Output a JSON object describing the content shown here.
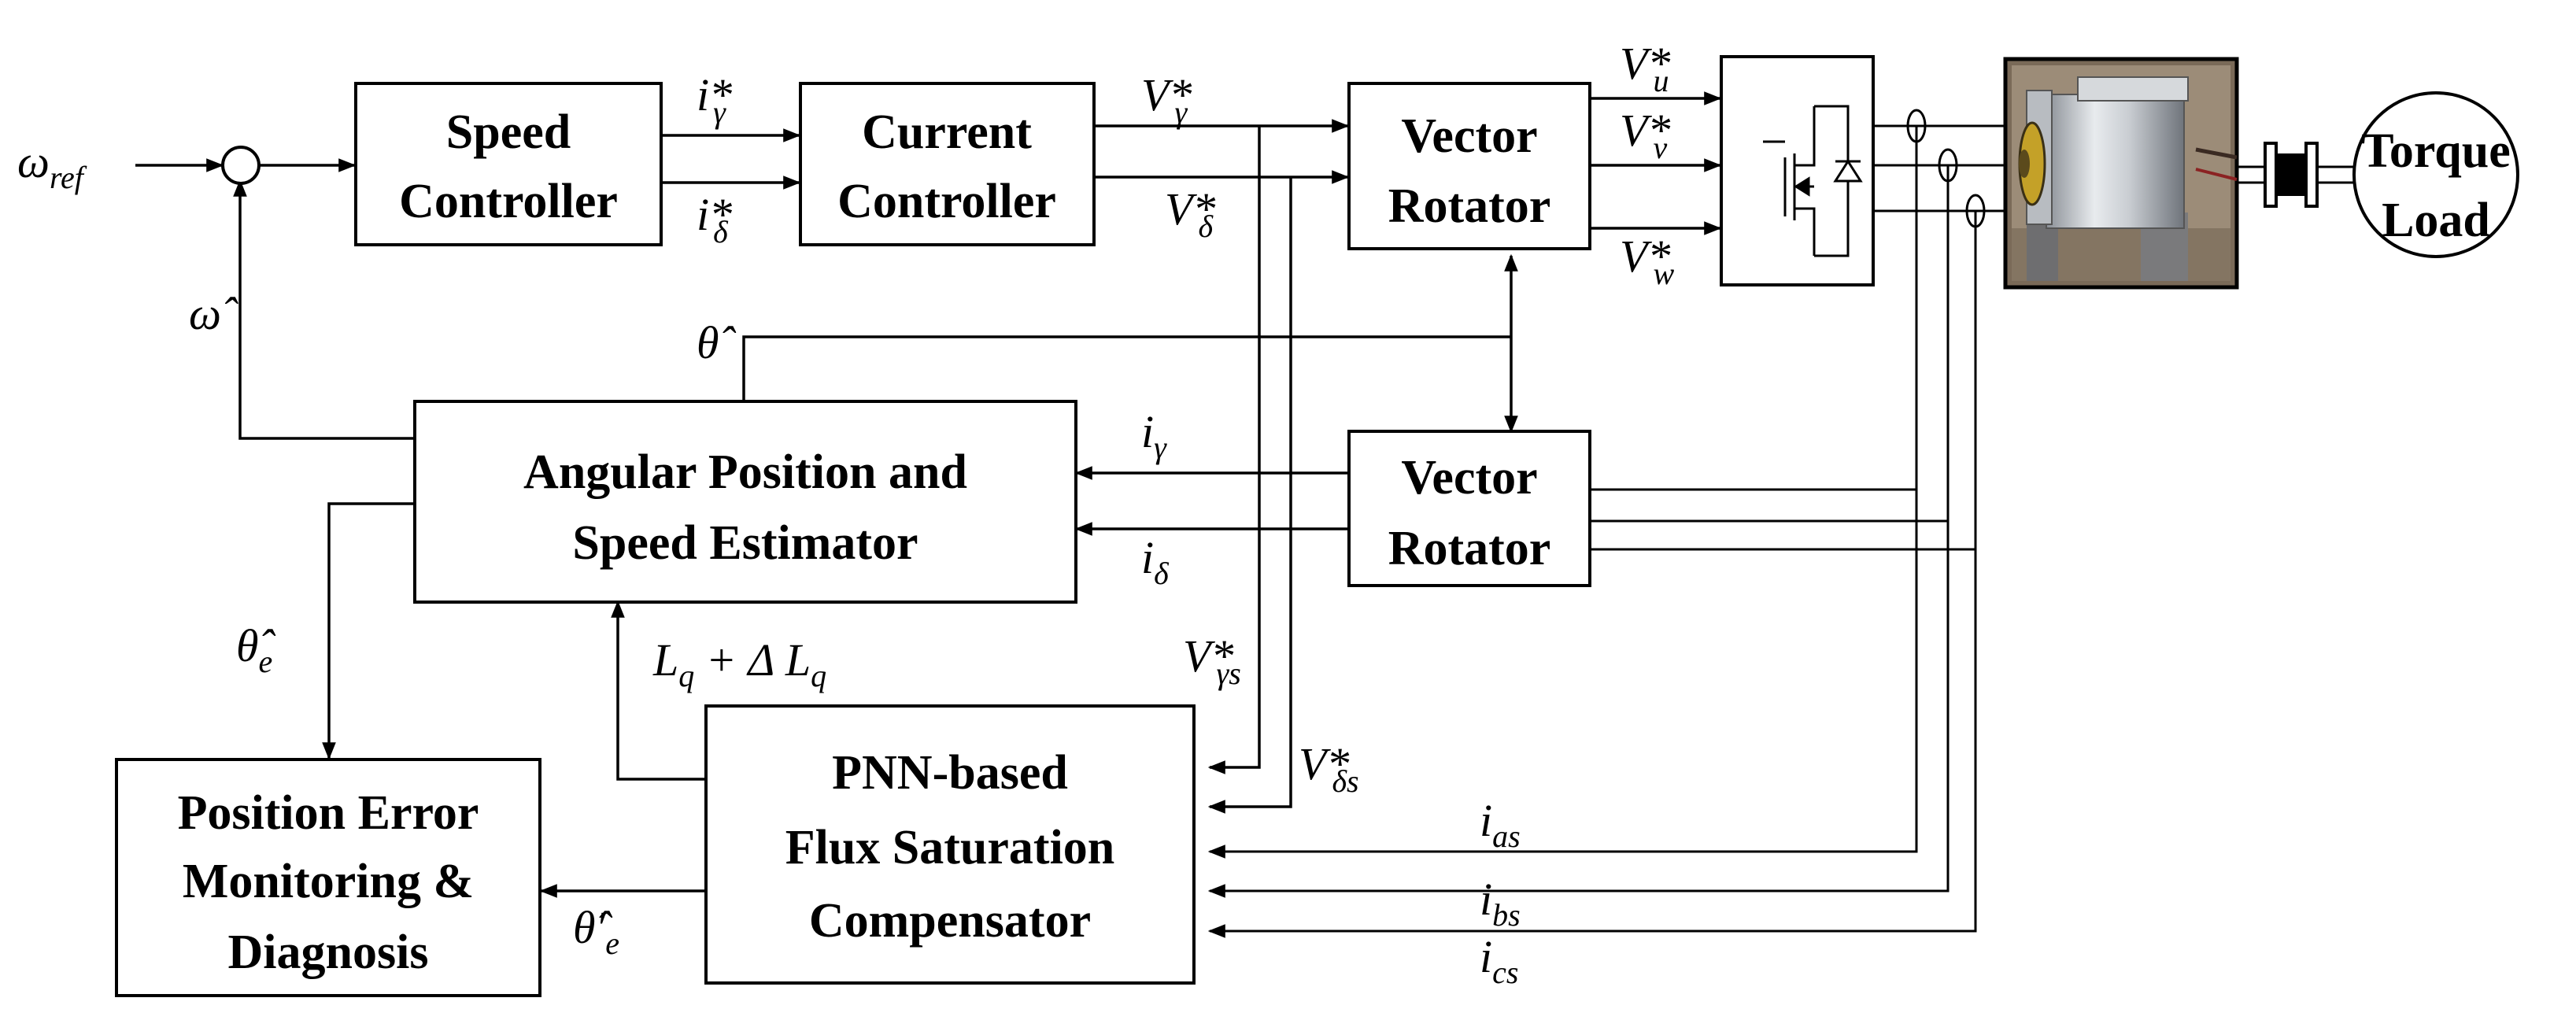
{
  "blocks": {
    "speed_controller": [
      "Speed",
      "Controller"
    ],
    "current_controller": [
      "Current",
      "Controller"
    ],
    "vector_rotator_top": [
      "Vector",
      "Rotator"
    ],
    "vector_rotator_bottom": [
      "Vector",
      "Rotator"
    ],
    "estimator": [
      "Angular Position and",
      "Speed Estimator"
    ],
    "compensator": [
      "PNN-based",
      "Flux Saturation",
      "Compensator"
    ],
    "monitor": [
      "Position Error",
      "Monitoring &",
      "Diagnosis"
    ],
    "torque_load": [
      "Torque",
      "Load"
    ]
  },
  "signals": {
    "omega_ref": "ω",
    "omega_ref_sub": "ref",
    "omega_hat": "ω̂",
    "theta_hat": "θ̂",
    "theta_e_hat": "θ̂",
    "theta_e_hat_sub": "e",
    "theta_e_prime": "θ̂′",
    "theta_e_prime_sub": "e",
    "i_gamma_star": "i*",
    "i_gamma_star_sub": "γ",
    "i_delta_star": "i*",
    "i_delta_star_sub": "δ",
    "v_gamma_star": "V*",
    "v_gamma_star_sub": "γ",
    "v_delta_star": "V*",
    "v_delta_star_sub": "δ",
    "v_u": "V*",
    "v_u_sub": "u",
    "v_v": "V*",
    "v_v_sub": "v",
    "v_w": "V*",
    "v_w_sub": "w",
    "i_gamma": "i",
    "i_gamma_sub": "γ",
    "i_delta": "i",
    "i_delta_sub": "δ",
    "lq": "L",
    "lq_sub": "q",
    "lq_plus": " + Δ L",
    "lq_sub2": "q",
    "v_gamma_s": "V*",
    "v_gamma_s_sub": "γs",
    "v_delta_s": "V*",
    "v_delta_s_sub": "δs",
    "i_as": "i",
    "i_as_sub": "as",
    "i_bs": "i",
    "i_bs_sub": "bs",
    "i_cs": "i",
    "i_cs_sub": "cs"
  }
}
